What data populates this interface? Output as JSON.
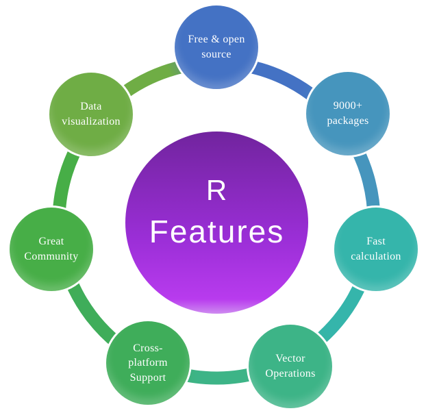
{
  "diagram": {
    "title": {
      "prefix": "R",
      "label": "Features"
    },
    "center_circle": {
      "gradient_top": "#71249E",
      "gradient_mid": "#9A2ED6",
      "gradient_bottom": "#B83BEE",
      "gradient_edge": "#CE8BF0",
      "text_color": "#FFFFFF"
    },
    "ring": {
      "thickness": 19,
      "hold_stop": "65%"
    }
  },
  "nodes": [
    {
      "id": "free-open-source",
      "label": "Free & open\nsource",
      "color": "#4472C4"
    },
    {
      "id": "packages",
      "label": "9000+\npackages",
      "color": "#4695BD"
    },
    {
      "id": "fast-calculation",
      "label": "Fast\ncalculation",
      "color": "#35B5AB"
    },
    {
      "id": "vector-operations",
      "label": "Vector\nOperations",
      "color": "#3DB487"
    },
    {
      "id": "cross-platform-support",
      "label": "Cross-\nplatform\nSupport",
      "color": "#3FAD5A"
    },
    {
      "id": "great-community",
      "label": "Great\nCommunity",
      "color": "#47AE47"
    },
    {
      "id": "data-visualization",
      "label": "Data\nvisualization",
      "color": "#6FAD45"
    }
  ]
}
